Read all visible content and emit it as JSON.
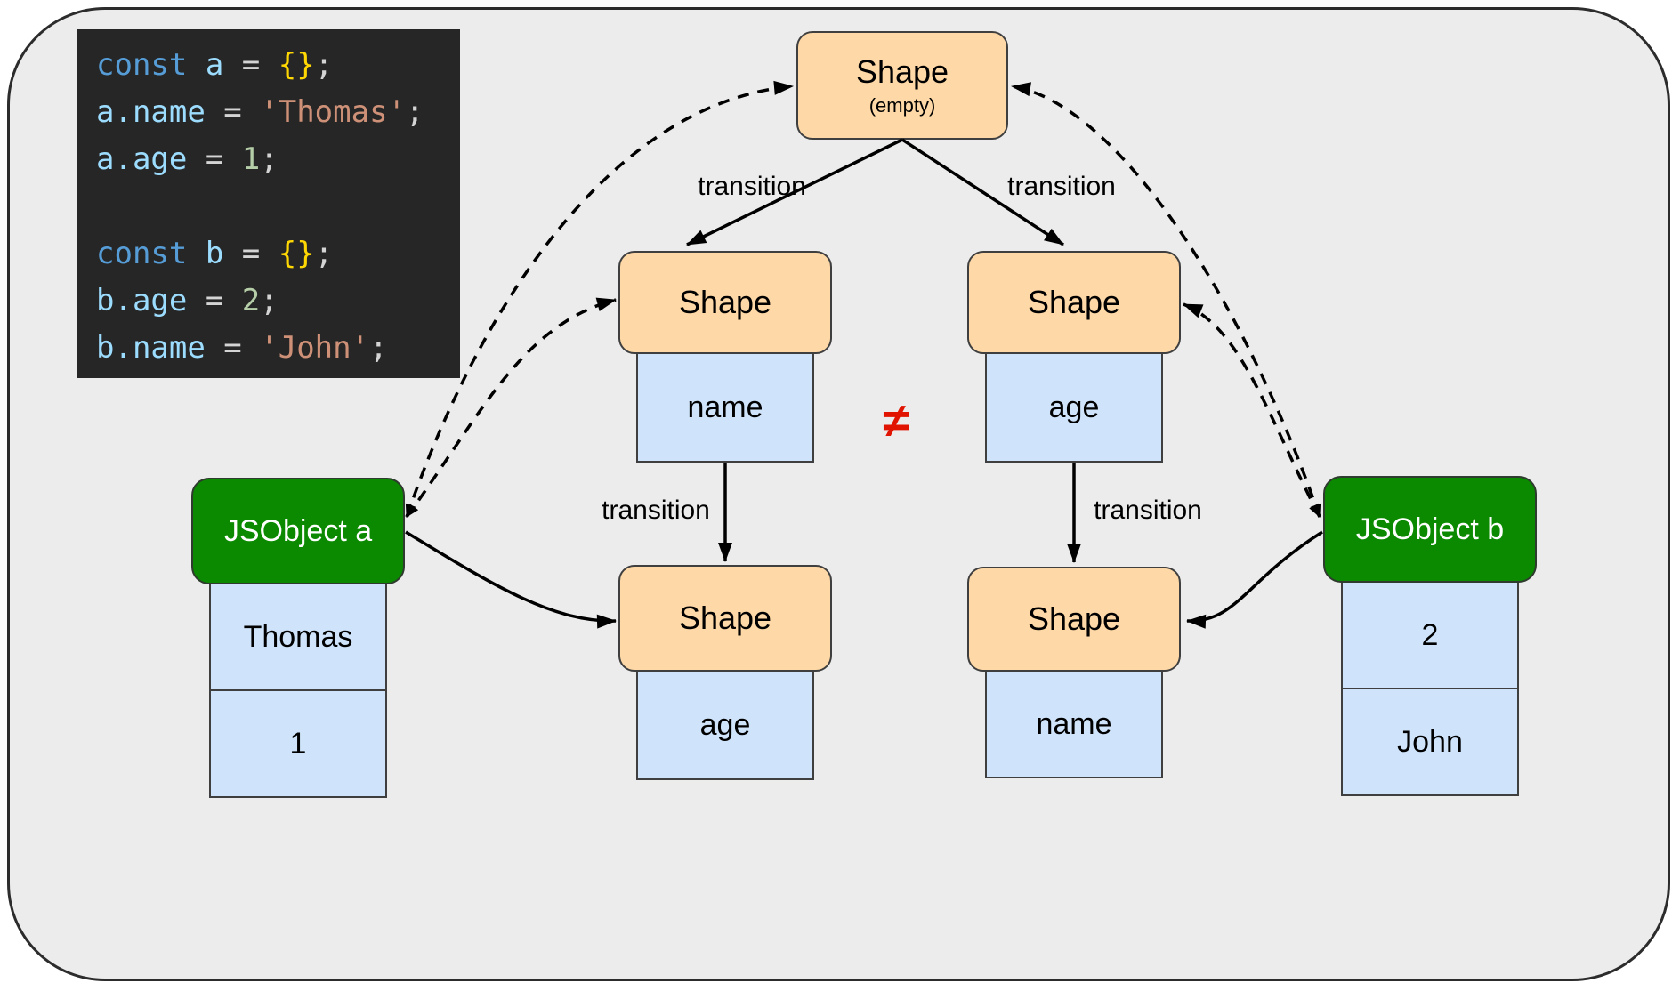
{
  "colors": {
    "canvas_background": "#ececec",
    "shape_fill": "#fed8a6",
    "property_fill": "#cfe4fa",
    "object_fill": "#0b8a00",
    "object_text": "#ffffff",
    "not_equal_red": "#e01400",
    "code_background": "#262626",
    "arrow_color": "#000000"
  },
  "code": {
    "lines": [
      [
        {
          "c": "kw",
          "t": "const"
        },
        {
          "c": "pl",
          "t": " "
        },
        {
          "c": "id",
          "t": "a"
        },
        {
          "c": "pl",
          "t": " = "
        },
        {
          "c": "br",
          "t": "{}"
        },
        {
          "c": "pl",
          "t": ";"
        }
      ],
      [
        {
          "c": "id",
          "t": "a.name"
        },
        {
          "c": "pl",
          "t": " = "
        },
        {
          "c": "str",
          "t": "'Thomas'"
        },
        {
          "c": "pl",
          "t": ";"
        }
      ],
      [
        {
          "c": "id",
          "t": "a.age"
        },
        {
          "c": "pl",
          "t": " = "
        },
        {
          "c": "num",
          "t": "1"
        },
        {
          "c": "pl",
          "t": ";"
        }
      ],
      [],
      [
        {
          "c": "kw",
          "t": "const"
        },
        {
          "c": "pl",
          "t": " "
        },
        {
          "c": "id",
          "t": "b"
        },
        {
          "c": "pl",
          "t": " = "
        },
        {
          "c": "br",
          "t": "{}"
        },
        {
          "c": "pl",
          "t": ";"
        }
      ],
      [
        {
          "c": "id",
          "t": "b.age"
        },
        {
          "c": "pl",
          "t": " = "
        },
        {
          "c": "num",
          "t": "2"
        },
        {
          "c": "pl",
          "t": ";"
        }
      ],
      [
        {
          "c": "id",
          "t": "b.name"
        },
        {
          "c": "pl",
          "t": " = "
        },
        {
          "c": "str",
          "t": "'John'"
        },
        {
          "c": "pl",
          "t": ";"
        }
      ]
    ]
  },
  "nodes": {
    "shape_root": {
      "title": "Shape",
      "subtitle": "(empty)"
    },
    "shape_mid_left": {
      "title": "Shape",
      "property": "name"
    },
    "shape_mid_right": {
      "title": "Shape",
      "property": "age"
    },
    "shape_bottom_left": {
      "title": "Shape",
      "property": "age"
    },
    "shape_bottom_right": {
      "title": "Shape",
      "property": "name"
    },
    "object_a": {
      "title": "JSObject a",
      "values": [
        "Thomas",
        "1"
      ]
    },
    "object_b": {
      "title": "JSObject b",
      "values": [
        "2",
        "John"
      ]
    }
  },
  "labels": {
    "transition_top_left": "transition",
    "transition_top_right": "transition",
    "transition_mid_left": "transition",
    "transition_mid_right": "transition",
    "not_equal": "≠"
  }
}
